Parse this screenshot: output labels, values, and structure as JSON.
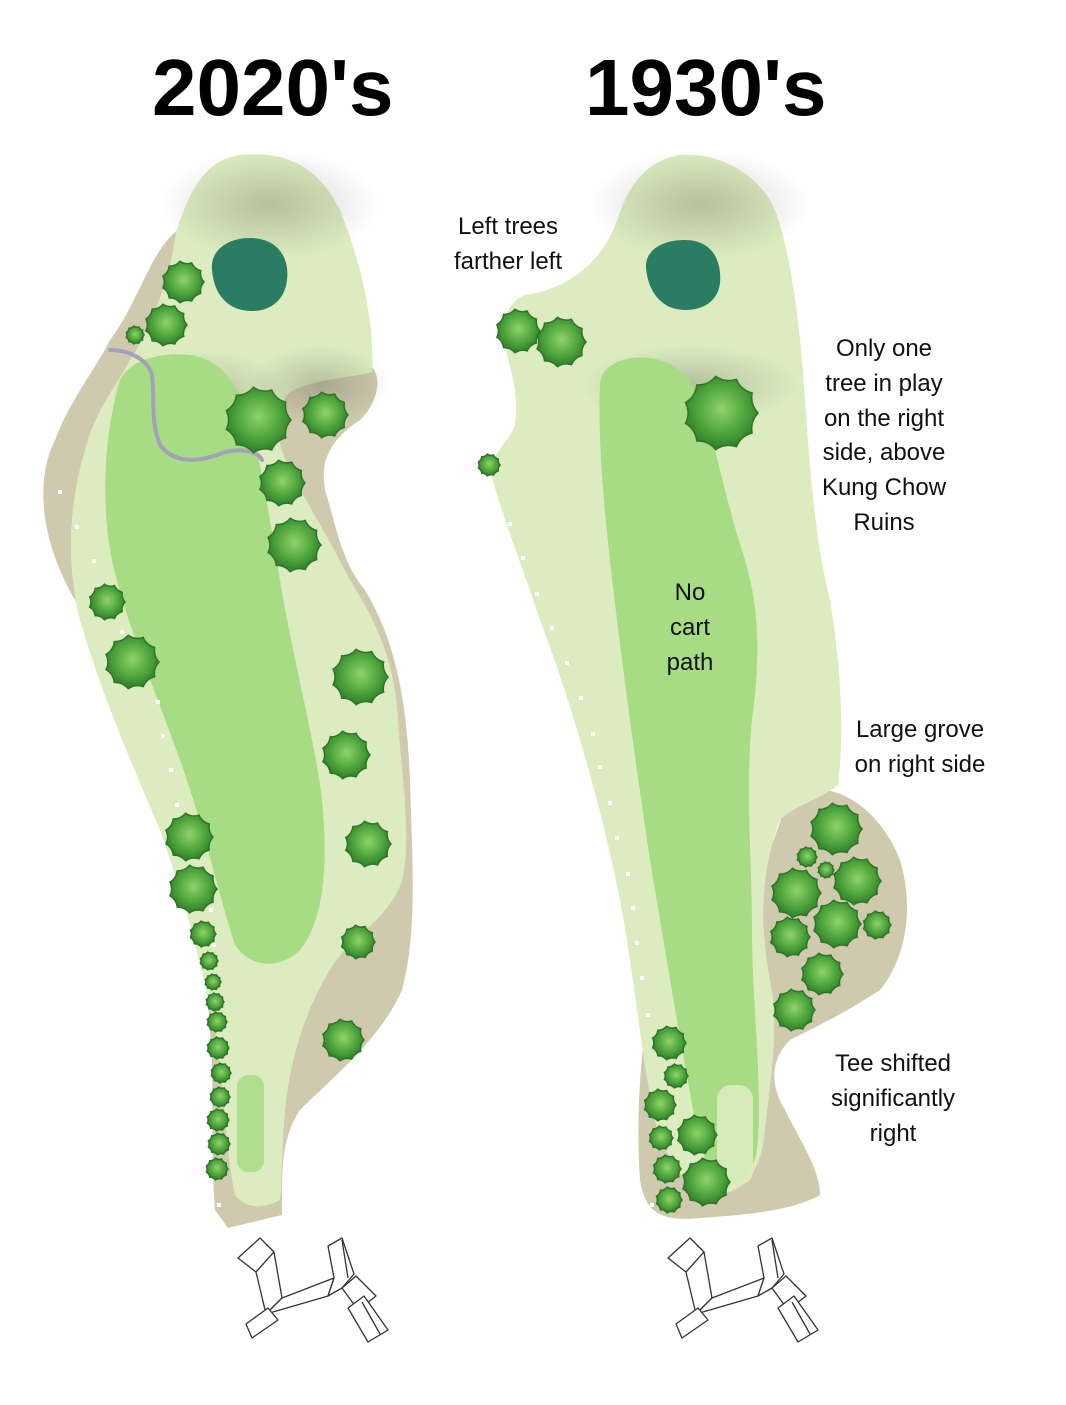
{
  "titles": {
    "left": "2020's",
    "right": "1930's"
  },
  "annotations": {
    "left_trees": "Left trees\nfarther left",
    "only_one_tree": "Only one\ntree in play\non the right\nside, above\nKung Chow\nRuins",
    "no_cart_path": "No\ncart\npath",
    "large_grove": "Large grove\non right side",
    "tee_shifted": "Tee shifted\nsignificantly\nright"
  },
  "colors": {
    "rough": "#cfcaad",
    "light_fairway": "#dcecc0",
    "green_surround": "#cfe6a8",
    "fairway": "#a7dc84",
    "green": "#2a7d62",
    "tree": "#3f9a35",
    "cart_path": "#a3a0b8",
    "building_outline": "#333333"
  },
  "icons": {
    "tree": "tree-icon",
    "green": "putting-green",
    "building": "kung-chow-ruins-icon"
  }
}
